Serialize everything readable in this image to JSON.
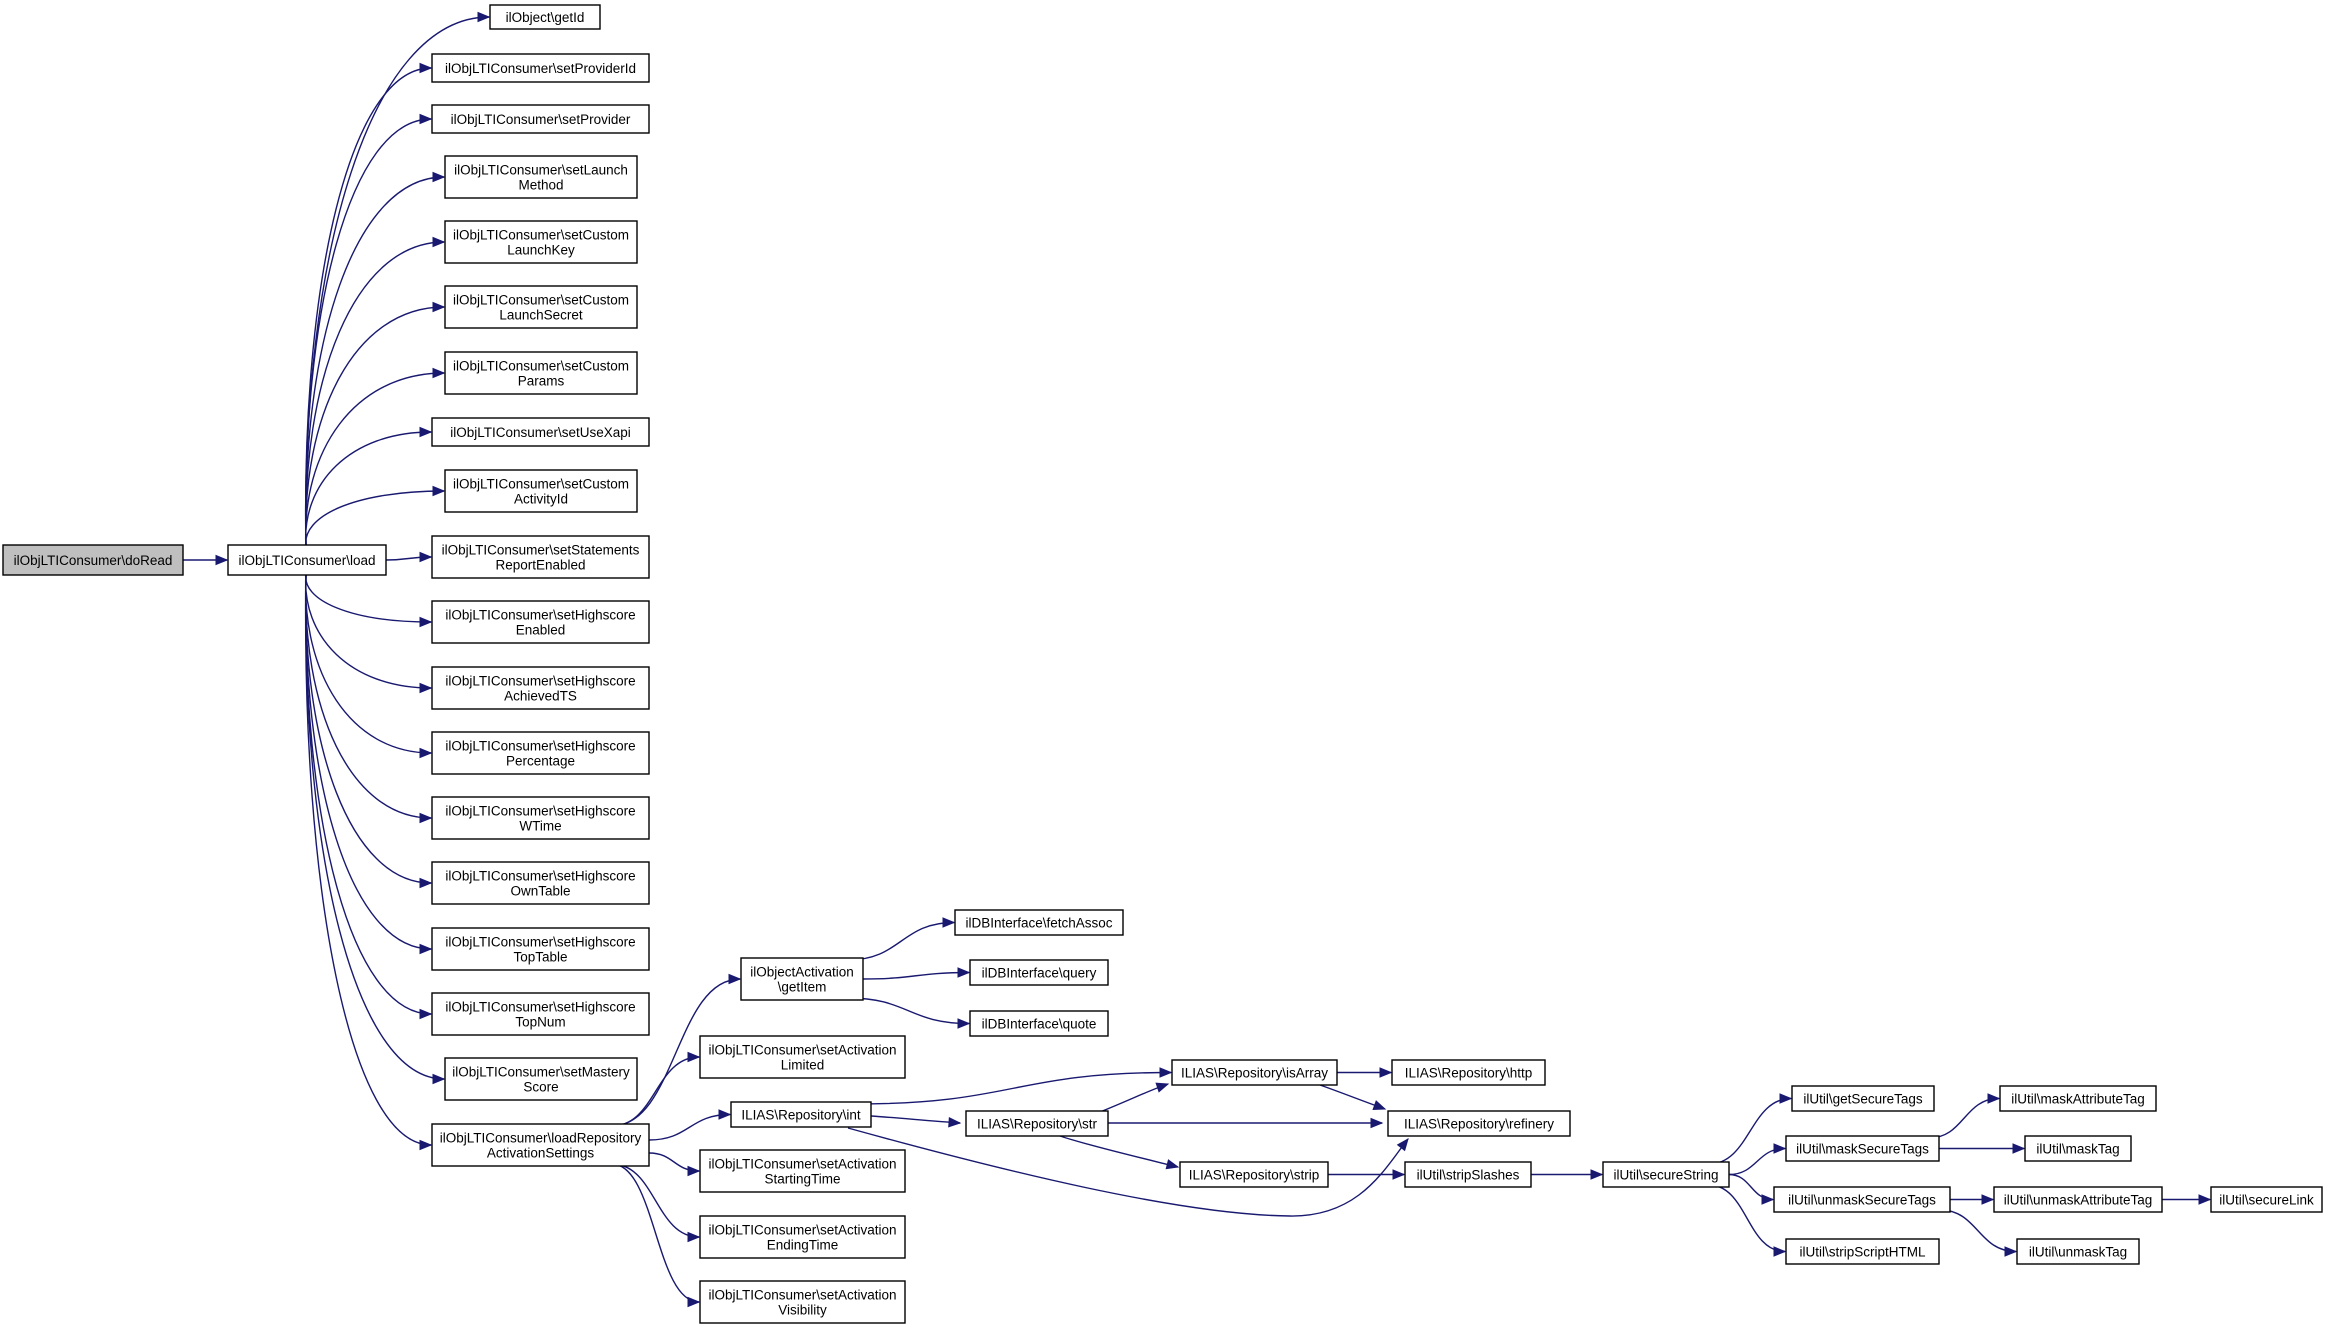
{
  "diagram": {
    "nodes": [
      {
        "id": "doRead",
        "lines": [
          "ilObjLTIConsumer\\doRead"
        ],
        "root": true
      },
      {
        "id": "load",
        "lines": [
          "ilObjLTIConsumer\\load"
        ]
      },
      {
        "id": "getId",
        "lines": [
          "ilObject\\getId"
        ]
      },
      {
        "id": "setProviderId",
        "lines": [
          "ilObjLTIConsumer\\setProviderId"
        ]
      },
      {
        "id": "setProvider",
        "lines": [
          "ilObjLTIConsumer\\setProvider"
        ]
      },
      {
        "id": "setLaunchMethod",
        "lines": [
          "ilObjLTIConsumer\\setLaunch",
          "Method"
        ]
      },
      {
        "id": "setCustomLaunchKey",
        "lines": [
          "ilObjLTIConsumer\\setCustom",
          "LaunchKey"
        ]
      },
      {
        "id": "setCustomLaunchSecret",
        "lines": [
          "ilObjLTIConsumer\\setCustom",
          "LaunchSecret"
        ]
      },
      {
        "id": "setCustomParams",
        "lines": [
          "ilObjLTIConsumer\\setCustom",
          "Params"
        ]
      },
      {
        "id": "setUseXapi",
        "lines": [
          "ilObjLTIConsumer\\setUseXapi"
        ]
      },
      {
        "id": "setCustomActivityId",
        "lines": [
          "ilObjLTIConsumer\\setCustom",
          "ActivityId"
        ]
      },
      {
        "id": "setStatementsReportEnabled",
        "lines": [
          "ilObjLTIConsumer\\setStatements",
          "ReportEnabled"
        ]
      },
      {
        "id": "setHighscoreEnabled",
        "lines": [
          "ilObjLTIConsumer\\setHighscore",
          "Enabled"
        ]
      },
      {
        "id": "setHighscoreAchievedTS",
        "lines": [
          "ilObjLTIConsumer\\setHighscore",
          "AchievedTS"
        ]
      },
      {
        "id": "setHighscorePercentage",
        "lines": [
          "ilObjLTIConsumer\\setHighscore",
          "Percentage"
        ]
      },
      {
        "id": "setHighscoreWTime",
        "lines": [
          "ilObjLTIConsumer\\setHighscore",
          "WTime"
        ]
      },
      {
        "id": "setHighscoreOwnTable",
        "lines": [
          "ilObjLTIConsumer\\setHighscore",
          "OwnTable"
        ]
      },
      {
        "id": "setHighscoreTopTable",
        "lines": [
          "ilObjLTIConsumer\\setHighscore",
          "TopTable"
        ]
      },
      {
        "id": "setHighscoreTopNum",
        "lines": [
          "ilObjLTIConsumer\\setHighscore",
          "TopNum"
        ]
      },
      {
        "id": "setMasteryScore",
        "lines": [
          "ilObjLTIConsumer\\setMastery",
          "Score"
        ]
      },
      {
        "id": "loadRepositoryActivationSettings",
        "lines": [
          "ilObjLTIConsumer\\loadRepository",
          "ActivationSettings"
        ]
      },
      {
        "id": "getItem",
        "lines": [
          "ilObjectActivation",
          "\\getItem"
        ]
      },
      {
        "id": "setActivationLimited",
        "lines": [
          "ilObjLTIConsumer\\setActivation",
          "Limited"
        ]
      },
      {
        "id": "repoInt",
        "lines": [
          "ILIAS\\Repository\\int"
        ]
      },
      {
        "id": "setActivationStartingTime",
        "lines": [
          "ilObjLTIConsumer\\setActivation",
          "StartingTime"
        ]
      },
      {
        "id": "setActivationEndingTime",
        "lines": [
          "ilObjLTIConsumer\\setActivation",
          "EndingTime"
        ]
      },
      {
        "id": "setActivationVisibility",
        "lines": [
          "ilObjLTIConsumer\\setActivation",
          "Visibility"
        ]
      },
      {
        "id": "fetchAssoc",
        "lines": [
          "ilDBInterface\\fetchAssoc"
        ]
      },
      {
        "id": "query",
        "lines": [
          "ilDBInterface\\query"
        ]
      },
      {
        "id": "quote",
        "lines": [
          "ilDBInterface\\quote"
        ]
      },
      {
        "id": "isArray",
        "lines": [
          "ILIAS\\Repository\\isArray"
        ]
      },
      {
        "id": "repoStr",
        "lines": [
          "ILIAS\\Repository\\str"
        ]
      },
      {
        "id": "repoStrip",
        "lines": [
          "ILIAS\\Repository\\strip"
        ]
      },
      {
        "id": "http",
        "lines": [
          "ILIAS\\Repository\\http"
        ]
      },
      {
        "id": "refinery",
        "lines": [
          "ILIAS\\Repository\\refinery"
        ]
      },
      {
        "id": "stripSlashes",
        "lines": [
          "ilUtil\\stripSlashes"
        ]
      },
      {
        "id": "secureString",
        "lines": [
          "ilUtil\\secureString"
        ]
      },
      {
        "id": "getSecureTags",
        "lines": [
          "ilUtil\\getSecureTags"
        ]
      },
      {
        "id": "maskSecureTags",
        "lines": [
          "ilUtil\\maskSecureTags"
        ]
      },
      {
        "id": "unmaskSecureTags",
        "lines": [
          "ilUtil\\unmaskSecureTags"
        ]
      },
      {
        "id": "stripScriptHTML",
        "lines": [
          "ilUtil\\stripScriptHTML"
        ]
      },
      {
        "id": "maskAttributeTag",
        "lines": [
          "ilUtil\\maskAttributeTag"
        ]
      },
      {
        "id": "maskTag",
        "lines": [
          "ilUtil\\maskTag"
        ]
      },
      {
        "id": "unmaskAttributeTag",
        "lines": [
          "ilUtil\\unmaskAttributeTag"
        ]
      },
      {
        "id": "unmaskTag",
        "lines": [
          "ilUtil\\unmaskTag"
        ]
      },
      {
        "id": "secureLink",
        "lines": [
          "ilUtil\\secureLink"
        ]
      }
    ],
    "edges": [
      [
        "doRead",
        "load"
      ],
      [
        "load",
        "getId"
      ],
      [
        "load",
        "setProviderId"
      ],
      [
        "load",
        "setProvider"
      ],
      [
        "load",
        "setLaunchMethod"
      ],
      [
        "load",
        "setCustomLaunchKey"
      ],
      [
        "load",
        "setCustomLaunchSecret"
      ],
      [
        "load",
        "setCustomParams"
      ],
      [
        "load",
        "setUseXapi"
      ],
      [
        "load",
        "setCustomActivityId"
      ],
      [
        "load",
        "setStatementsReportEnabled"
      ],
      [
        "load",
        "setHighscoreEnabled"
      ],
      [
        "load",
        "setHighscoreAchievedTS"
      ],
      [
        "load",
        "setHighscorePercentage"
      ],
      [
        "load",
        "setHighscoreWTime"
      ],
      [
        "load",
        "setHighscoreOwnTable"
      ],
      [
        "load",
        "setHighscoreTopTable"
      ],
      [
        "load",
        "setHighscoreTopNum"
      ],
      [
        "load",
        "setMasteryScore"
      ],
      [
        "load",
        "loadRepositoryActivationSettings"
      ],
      [
        "loadRepositoryActivationSettings",
        "getItem"
      ],
      [
        "loadRepositoryActivationSettings",
        "setActivationLimited"
      ],
      [
        "loadRepositoryActivationSettings",
        "repoInt"
      ],
      [
        "loadRepositoryActivationSettings",
        "setActivationStartingTime"
      ],
      [
        "loadRepositoryActivationSettings",
        "setActivationEndingTime"
      ],
      [
        "loadRepositoryActivationSettings",
        "setActivationVisibility"
      ],
      [
        "getItem",
        "fetchAssoc"
      ],
      [
        "getItem",
        "query"
      ],
      [
        "getItem",
        "quote"
      ],
      [
        "repoInt",
        "isArray"
      ],
      [
        "repoInt",
        "repoStr"
      ],
      [
        "repoInt",
        "refinery"
      ],
      [
        "repoStr",
        "isArray"
      ],
      [
        "repoStr",
        "refinery"
      ],
      [
        "repoStr",
        "repoStrip"
      ],
      [
        "isArray",
        "http"
      ],
      [
        "isArray",
        "refinery"
      ],
      [
        "repoStrip",
        "stripSlashes"
      ],
      [
        "stripSlashes",
        "secureString"
      ],
      [
        "secureString",
        "getSecureTags"
      ],
      [
        "secureString",
        "maskSecureTags"
      ],
      [
        "secureString",
        "unmaskSecureTags"
      ],
      [
        "secureString",
        "stripScriptHTML"
      ],
      [
        "maskSecureTags",
        "maskAttributeTag"
      ],
      [
        "maskSecureTags",
        "maskTag"
      ],
      [
        "unmaskSecureTags",
        "unmaskAttributeTag"
      ],
      [
        "unmaskSecureTags",
        "unmaskTag"
      ],
      [
        "unmaskAttributeTag",
        "secureLink"
      ]
    ]
  },
  "colors": {
    "edge": "#191970",
    "root_fill": "#bfbfbf",
    "node_fill": "#ffffff",
    "node_stroke": "#000000"
  }
}
